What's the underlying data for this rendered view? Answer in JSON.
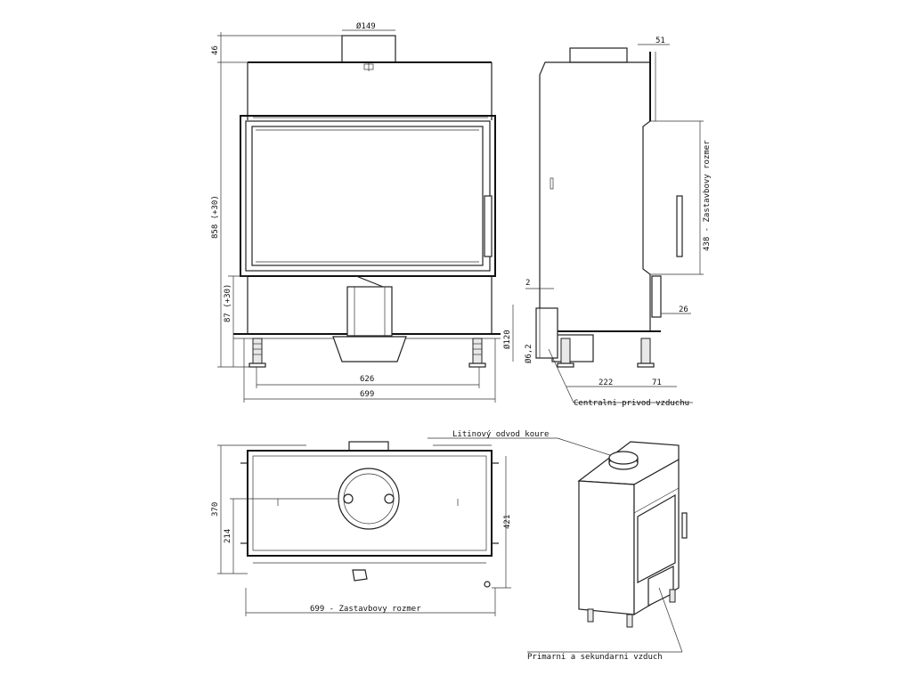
{
  "front_view": {
    "flue_diameter": "Ø149",
    "dim_top": "46",
    "dim_height": "858 (+30)",
    "dim_legs": "87 (+30)",
    "dim_inner_width": "626",
    "dim_total_width": "699"
  },
  "side_view": {
    "dim_top_offset": "51",
    "dim_opening": "438 - Zastavbovy rozmer",
    "dim_small": "2",
    "dim_right_small": "26",
    "dim_air_diameter": "Ø120",
    "dim_air_inner": "Ø6,2",
    "dim_depth": "222",
    "dim_rear": "71",
    "label_central_air": "Centralni privod vzduchu"
  },
  "top_view": {
    "dim_depth": "370",
    "dim_center": "214",
    "dim_right": "421",
    "dim_width": "699 - Zastavbovy rozmer",
    "label_flue": "Litinový odvod koure"
  },
  "iso_view": {
    "label_air": "Primarni a sekundarni vzduch"
  }
}
